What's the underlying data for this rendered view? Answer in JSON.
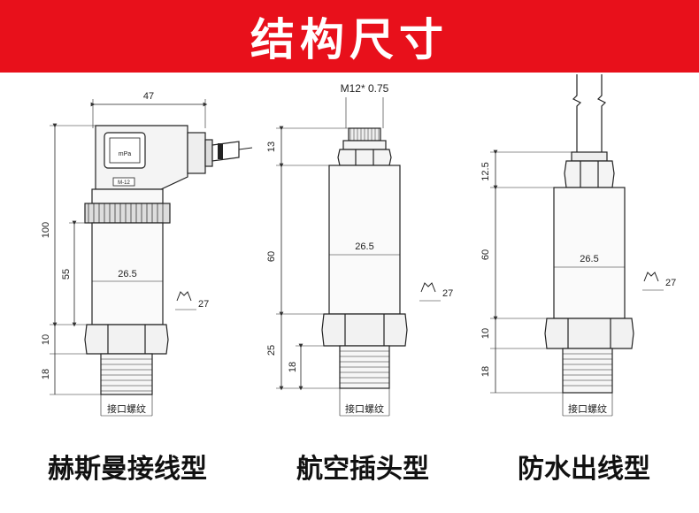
{
  "title": "结构尺寸",
  "thread_label": "接口螺纹",
  "sensors": [
    {
      "caption": "赫斯曼接线型",
      "dims": {
        "width_top": "47",
        "overall": "100",
        "body": "55",
        "diameter": "26.5",
        "hex_h": "10",
        "thread_h": "18",
        "wrench": "27"
      },
      "connector_text": [
        "mPa",
        "M-12"
      ]
    },
    {
      "caption": "航空插头型",
      "dims": {
        "plug_thread": "M12* 0.75",
        "plug_h": "13",
        "body": "60",
        "diameter": "26.5",
        "hex_h": "25",
        "thread_h": "18",
        "wrench": "27"
      }
    },
    {
      "caption": "防水出线型",
      "dims": {
        "gland_h": "12.5",
        "body": "60",
        "diameter": "26.5",
        "hex_h": "10",
        "thread_h": "18",
        "wrench": "27"
      }
    }
  ]
}
